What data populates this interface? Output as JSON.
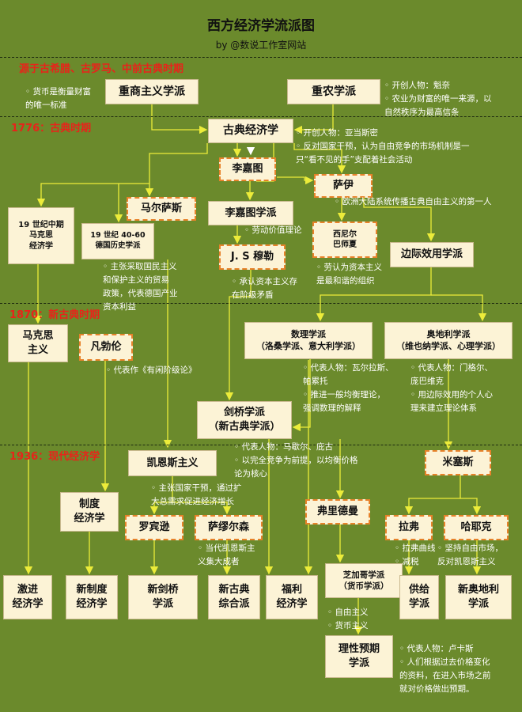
{
  "title": "西方经济学流派图",
  "subtitle": "by @数说工作室网站",
  "eras": {
    "ancient": "源于古希腊、古罗马、中前古典时期",
    "classical": "1776：古典时期",
    "neoclassical": "1870：新古典时期",
    "modern": "1936：现代经济学"
  },
  "schools": {
    "mercantilism": "重商主义学派",
    "physiocrats": "重农学派",
    "classical": "古典经济学",
    "ricardo": "李嘉图",
    "say": "萨伊",
    "malthus": "马尔萨斯",
    "ricardian": "李嘉图学派",
    "mid19_marx": "19 世纪中期\n马克思\n经济学",
    "german_historical": "19 世纪 40-60\n德国历史学派",
    "js_mill": "J. S 穆勒",
    "sismondi": "西尼尔\n巴师夏",
    "marginal_utility": "边际效用学派",
    "marxism": "马克思\n主义",
    "veblen": "凡勃伦",
    "math_school": "数理学派\n（洛桑学派、意大利学派）",
    "austrian": "奥地利学派\n（维也纳学派、心理学派）",
    "cambridge": "剑桥学派\n（新古典学派）",
    "keynesian": "凯恩斯主义",
    "mises": "米塞斯",
    "institutional": "制度\n经济学",
    "robinson": "罗宾逊",
    "samuelson": "萨缪尔森",
    "friedman": "弗里德曼",
    "laffer": "拉弗",
    "hayek": "哈耶克",
    "chicago": "芝加哥学派\n（货币学派）",
    "radical": "激进\n经济学",
    "new_institutional": "新制度\n经济学",
    "new_cambridge": "新剑桥\n学派",
    "neoclassical_synthesis": "新古典\n综合派",
    "welfare": "福利\n经济学",
    "supply_side": "供给\n学派",
    "new_austrian": "新奥地利\n学派",
    "rational_expectations": "理性预期\n学派"
  },
  "notes": {
    "mercantilism": [
      "◦ 货币是衡量财富",
      "的唯一标准"
    ],
    "physiocrats": [
      "◦ 开创人物：魁奈",
      "◦ 农业为财富的唯一来源，以",
      "自然秩序为最高信条"
    ],
    "classical": [
      "◦ 开创人物：亚当斯密",
      "◦ 反对国家干预，认为自由竞争的市场机制是一",
      "只“看不见的手”支配着社会活动"
    ],
    "say": [
      "◦ 欧洲大陆系统传播古典自由主义的第一人"
    ],
    "ricardian": [
      "◦ 劳动价值理论"
    ],
    "sismondi": [
      "◦ 劳认为资本主义",
      "是最和谐的组织"
    ],
    "german_historical": [
      "◦ 主张采取国民主义",
      "和保护主义的贸易",
      "政策，代表德国产业",
      "资本利益"
    ],
    "js_mill": [
      "◦ 承认资本主义存",
      "在阶级矛盾"
    ],
    "veblen": [
      "◦ 代表作《有闲阶级论》"
    ],
    "math_school": [
      "◦ 代表人物：瓦尔拉斯、",
      "帕累托",
      "◦ 推进一般均衡理论，",
      "强调数理的解释"
    ],
    "austrian": [
      "◦ 代表人物：门格尔、",
      "庞巴维克",
      "◦ 用边际效用的个人心",
      "理来建立理论体系"
    ],
    "cambridge": [
      "◦ 代表人物：马歇尔、庇古",
      "◦ 以完全竞争为前提，以均衡价格",
      "论为核心"
    ],
    "keynesian": [
      "◦ 主张国家干预，通过扩",
      "大总需求促进经济增长"
    ],
    "samuelson": [
      "◦ 当代凯恩斯主",
      "义集大成者"
    ],
    "laffer": [
      "◦ 拉弗曲线",
      "◦ 减税"
    ],
    "hayek": [
      "◦ 坚持自由市场，",
      "反对凯恩斯主义"
    ],
    "chicago": [
      "◦ 自由主义",
      "◦ 货币主义"
    ],
    "rational_expectations": [
      "◦ 代表人物：卢卡斯",
      "◦ 人们根据过去价格变化",
      "的资料，在进入市场之前",
      "就对价格做出预期。"
    ]
  },
  "colors": {
    "background": "#6b8a2c",
    "box": "#fcf3d6",
    "arrow": "#ecec3a",
    "era": "#e8231a",
    "dashed_border": "#e7822a"
  }
}
